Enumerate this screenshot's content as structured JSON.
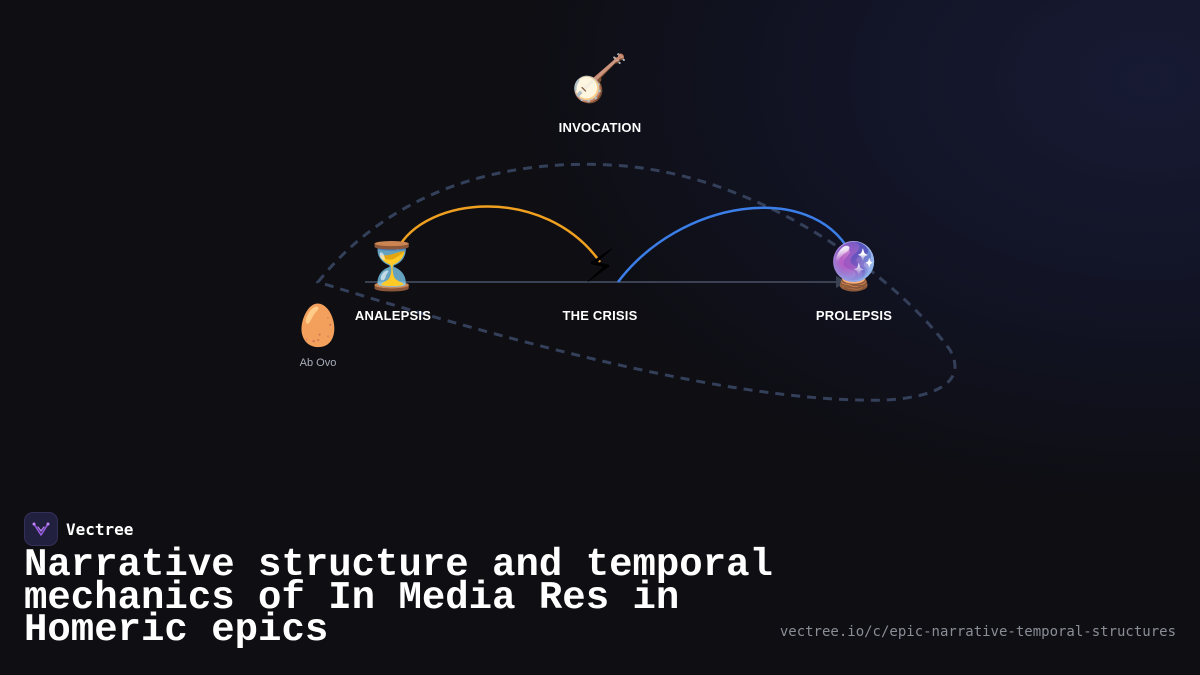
{
  "diagram": {
    "nodes": [
      {
        "id": "invocation",
        "label": "INVOCATION",
        "icon": "lyre-icon",
        "glyph": "🪕"
      },
      {
        "id": "analepsis",
        "label": "ANALEPSIS",
        "icon": "hourglass-icon",
        "glyph": "⏳"
      },
      {
        "id": "crisis",
        "label": "THE CRISIS",
        "icon": "lightning-icon",
        "glyph": "⚡"
      },
      {
        "id": "prolepsis",
        "label": "PROLEPSIS",
        "icon": "crystal-ball-icon",
        "glyph": "🔮"
      },
      {
        "id": "ab_ovo",
        "label": "Ab Ovo",
        "icon": "egg-icon",
        "glyph": "🥚"
      }
    ],
    "edges": [
      {
        "from": "analepsis",
        "to": "prolepsis",
        "style": "solid",
        "color": "#3a4152",
        "meaning": "timeline"
      },
      {
        "from": "crisis",
        "to": "analepsis",
        "style": "solid",
        "color": "#f0a020",
        "meaning": "flashback-arc"
      },
      {
        "from": "crisis",
        "to": "prolepsis",
        "style": "solid",
        "color": "#3b7ee8",
        "meaning": "flashforward-arc"
      },
      {
        "from": "ab_ovo",
        "to": "ab_ovo",
        "style": "dashed",
        "color": "#34405a",
        "meaning": "chronological-loop"
      }
    ]
  },
  "footer": {
    "brand_name": "Vectree",
    "brand_icon": "vectree-logo-icon",
    "title": "Narrative structure and temporal mechanics of In Media Res in Homeric epics",
    "url": "vectree.io/c/epic-narrative-temporal-structures"
  },
  "colors": {
    "background": "#0e0e13",
    "accent_orange": "#f0a020",
    "accent_blue": "#3b7ee8",
    "dashed_loop": "#34405a",
    "timeline": "#3a4152",
    "brand_purple": "#9b5de5"
  }
}
